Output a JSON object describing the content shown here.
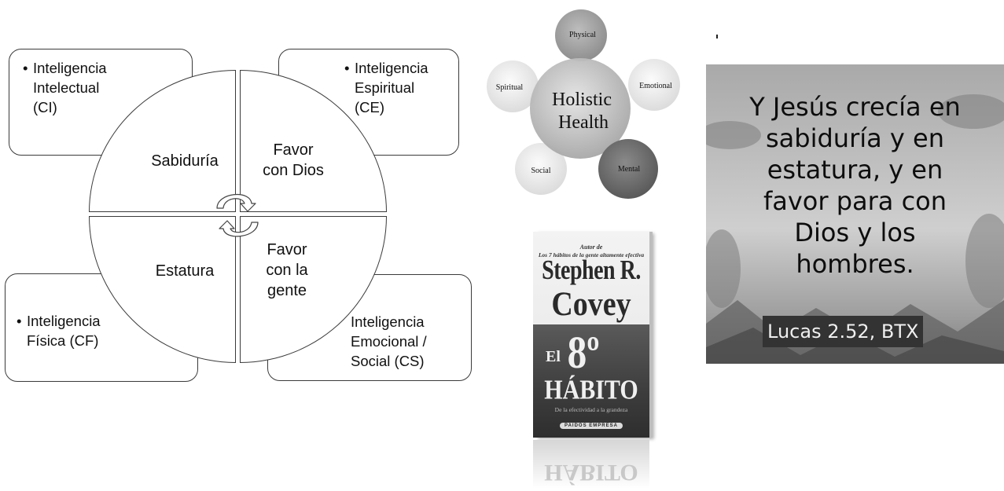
{
  "quadrants": {
    "top_left": {
      "box_lines": [
        "Inteligencia",
        "Intelectual",
        "(CI)"
      ],
      "bullet": "•",
      "label_lines": [
        "Sabiduría"
      ]
    },
    "top_right": {
      "box_lines": [
        "Inteligencia",
        "Espiritual",
        "(CE)"
      ],
      "bullet": "•",
      "label_lines": [
        "Favor",
        "con Dios"
      ]
    },
    "bottom_left": {
      "box_lines": [
        "Inteligencia",
        "Física (CF)"
      ],
      "bullet": "•",
      "label_lines": [
        "Estatura"
      ]
    },
    "bottom_right": {
      "box_lines": [
        "Inteligencia",
        "Emocional /",
        "Social (CS)"
      ],
      "label_lines": [
        "Favor",
        "con la",
        "gente"
      ]
    }
  },
  "holistic": {
    "center": [
      "Holistic",
      "Health"
    ],
    "nodes": [
      "Physical",
      "Emotional",
      "Mental",
      "Social",
      "Spiritual"
    ]
  },
  "book": {
    "pre1": "Autor de",
    "pre2": "Los 7 hábitos de la gente altamente efectiva",
    "author1": "Stephen R.",
    "author2": "Covey",
    "el": "El",
    "num": "8º",
    "habito": "HÁBITO",
    "sub": "De la efectividad a la grandeza",
    "pub": "PAIDÓS EMPRESA",
    "reflection": "HÁBITO"
  },
  "verse": {
    "lines": [
      "Y Jesús crecía en",
      "sabiduría y en",
      "estatura, y en",
      "favor para con",
      "Dios y los",
      "hombres."
    ],
    "reference": "Lucas 2.52, BTX"
  },
  "colors": {
    "stroke": "#3a3a3a",
    "physical": "#a6a6a6",
    "emotional": "#e2e2e2",
    "mental": "#6f6f6f",
    "social": "#ececec",
    "spiritual": "#f0f0f0",
    "center": "#c4c4c4"
  }
}
